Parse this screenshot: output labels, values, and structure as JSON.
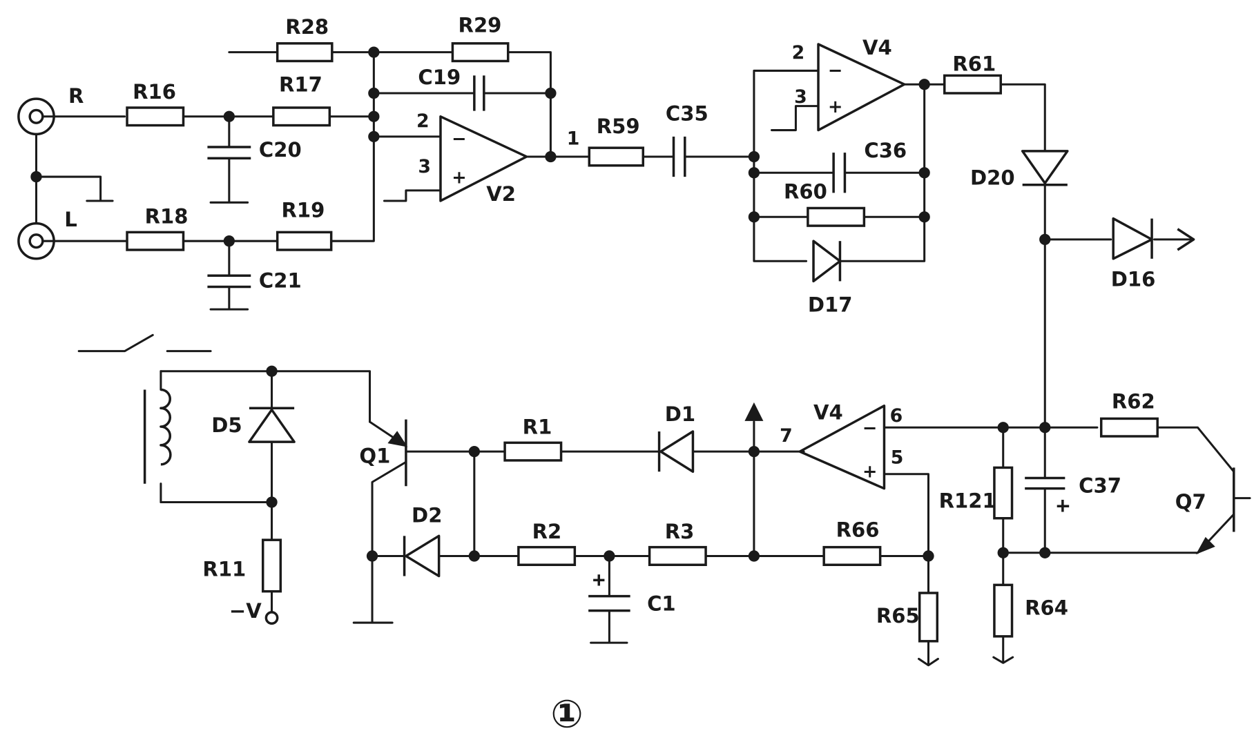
{
  "labels": {
    "R": "R",
    "L": "L",
    "R16": "R16",
    "R17": "R17",
    "R18": "R18",
    "R19": "R19",
    "R28": "R28",
    "R29": "R29",
    "C19": "C19",
    "C20": "C20",
    "C21": "C21",
    "V2": "V2",
    "R59": "R59",
    "C35": "C35",
    "V4_top": "V4",
    "R61": "R61",
    "C36": "C36",
    "R60": "R60",
    "D17": "D17",
    "D20": "D20",
    "D16": "D16",
    "D5": "D5",
    "R11": "R11",
    "minus_v": "−V",
    "Q1": "Q1",
    "R1": "R1",
    "D1": "D1",
    "D2": "D2",
    "R2": "R2",
    "R3": "R3",
    "C1": "C1",
    "V4_bottom": "V4",
    "R66": "R66",
    "R65": "R65",
    "R121": "R121",
    "C37": "C37",
    "R64": "R64",
    "R62": "R62",
    "Q7": "Q7"
  },
  "pins": {
    "v2_in_minus": "2",
    "v2_in_plus": "3",
    "v2_out": "1",
    "v4a_in_minus": "2",
    "v4a_in_plus": "3",
    "v4b_out": "7",
    "v4b_in_minus": "6",
    "v4b_in_plus": "5"
  },
  "figure_number": "①"
}
